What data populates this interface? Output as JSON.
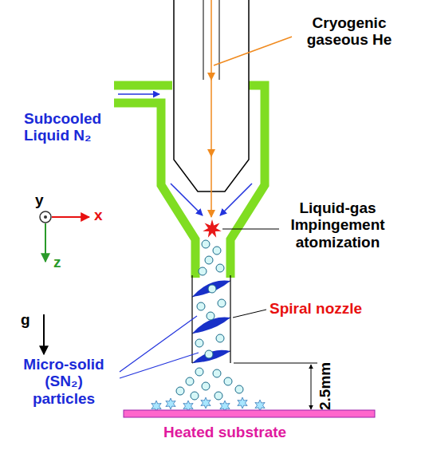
{
  "diagram": {
    "labels": [
      "Cryogenic gaseous He",
      "Subcooled Liquid N₂",
      "y",
      "x",
      "z",
      "Liquid-gas Impingement atomization",
      "Spiral nozzle",
      "g",
      "Micro-solid (SN₂) particles",
      "2.5mm",
      "Heated substrate"
    ]
  }
}
